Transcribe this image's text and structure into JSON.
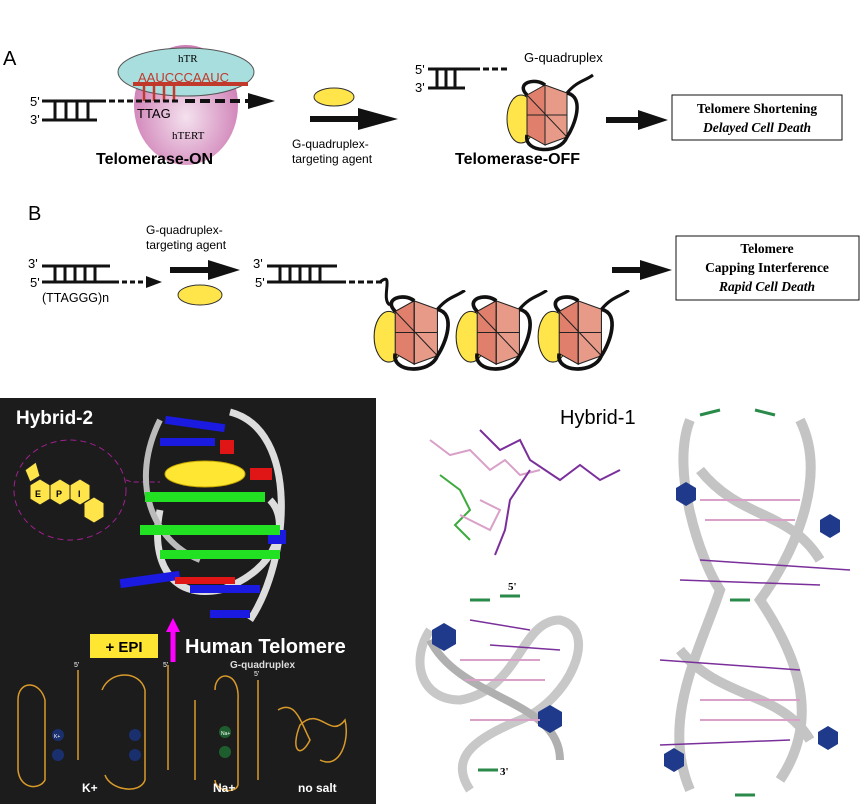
{
  "panel_a": {
    "label": "A",
    "htr": "hTR",
    "template_seq": "AAUCCCAAUC",
    "product_seq": "TTAG",
    "htert": "hTERT",
    "five_prime": "5'",
    "three_prime": "3'",
    "on_label": "Telomerase-ON",
    "agent_label_1": "G-quadruplex-",
    "agent_label_2": "targeting agent",
    "gq_label": "G-quadruplex",
    "off_label": "Telomerase-OFF",
    "outcome_line1": "Telomere Shortening",
    "outcome_line2": "Delayed Cell Death"
  },
  "panel_b": {
    "label": "B",
    "three_prime": "3'",
    "five_prime": "5'",
    "repeat": "(TTAGGG)n",
    "agent_label_1": "G-quadruplex-",
    "agent_label_2": "targeting agent",
    "outcome_line1": "Telomere",
    "outcome_line2": "Capping Interference",
    "outcome_line3": "Rapid Cell Death"
  },
  "panel_hybrid2": {
    "title": "Hybrid-2",
    "ring_e": "E",
    "ring_p": "P",
    "ring_i": "I",
    "epi_badge": "+ EPI",
    "human_telomere": "Human Telomere",
    "gquad": "G-quadruplex",
    "five_prime": "5'",
    "k_label": "K+",
    "na_label": "Na+",
    "no_salt": "no salt",
    "ion_k": "K+",
    "ion_na": "Na+"
  },
  "panel_hybrid1": {
    "title": "Hybrid-1",
    "five_prime": "5'",
    "three_prime": "3'"
  },
  "colors": {
    "yellow": "#ffe44a",
    "salmon": "#e0806c",
    "red_seq": "#c0392b",
    "htr_fill": "#a8dede",
    "htert_fill": "#d98cc0",
    "magenta": "#ff00ff"
  }
}
